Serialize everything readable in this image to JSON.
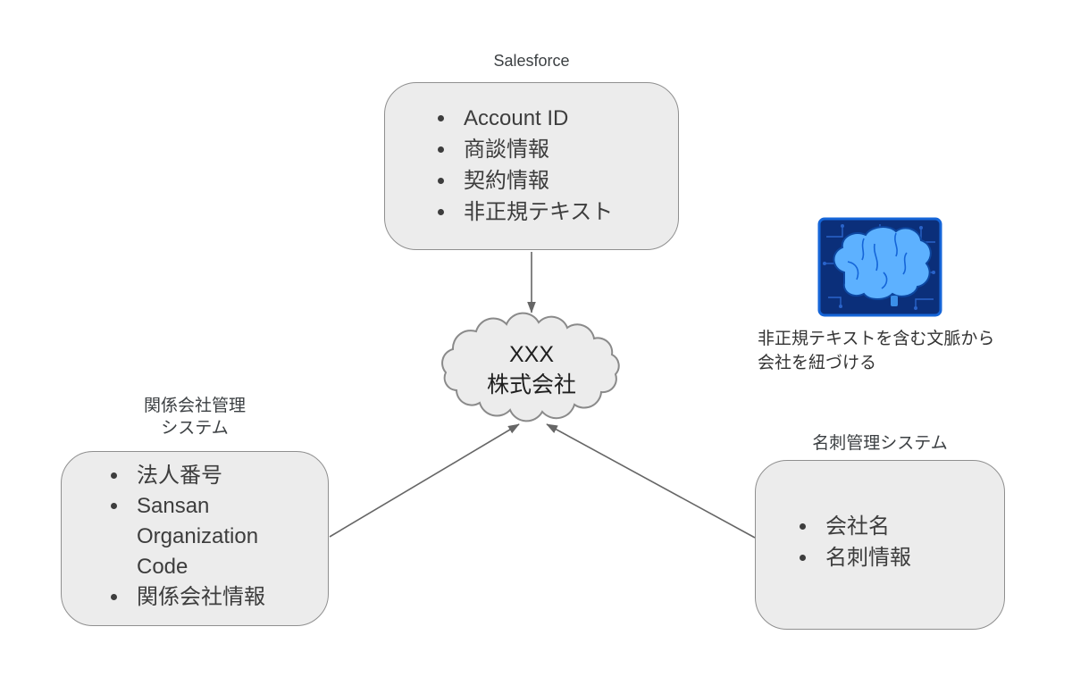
{
  "salesforce_box": {
    "title": "Salesforce",
    "items": [
      "Account ID",
      "商談情報",
      "契約情報",
      "非正規テキスト"
    ]
  },
  "affiliate_box": {
    "title_lines": [
      "関係会社管理",
      "システム"
    ],
    "items": [
      "法人番号",
      "Sansan Organization Code",
      "関係会社情報"
    ]
  },
  "card_box": {
    "title": "名刺管理システム",
    "items": [
      "会社名",
      "名刺情報"
    ]
  },
  "cloud": {
    "lines": [
      "XXX",
      "株式会社"
    ]
  },
  "annotation": {
    "lines": [
      "非正規テキストを含む文脈から",
      "会社を紐づける"
    ],
    "icon": "brain-circuit-icon"
  },
  "colors": {
    "box_fill": "#ececec",
    "box_border": "#8f8f8f",
    "arrow": "#666666",
    "text": "#3d3d3d",
    "brain_background": "#0b2f7a",
    "brain_border": "#1565d8",
    "brain_fill": "#5db1ff"
  }
}
